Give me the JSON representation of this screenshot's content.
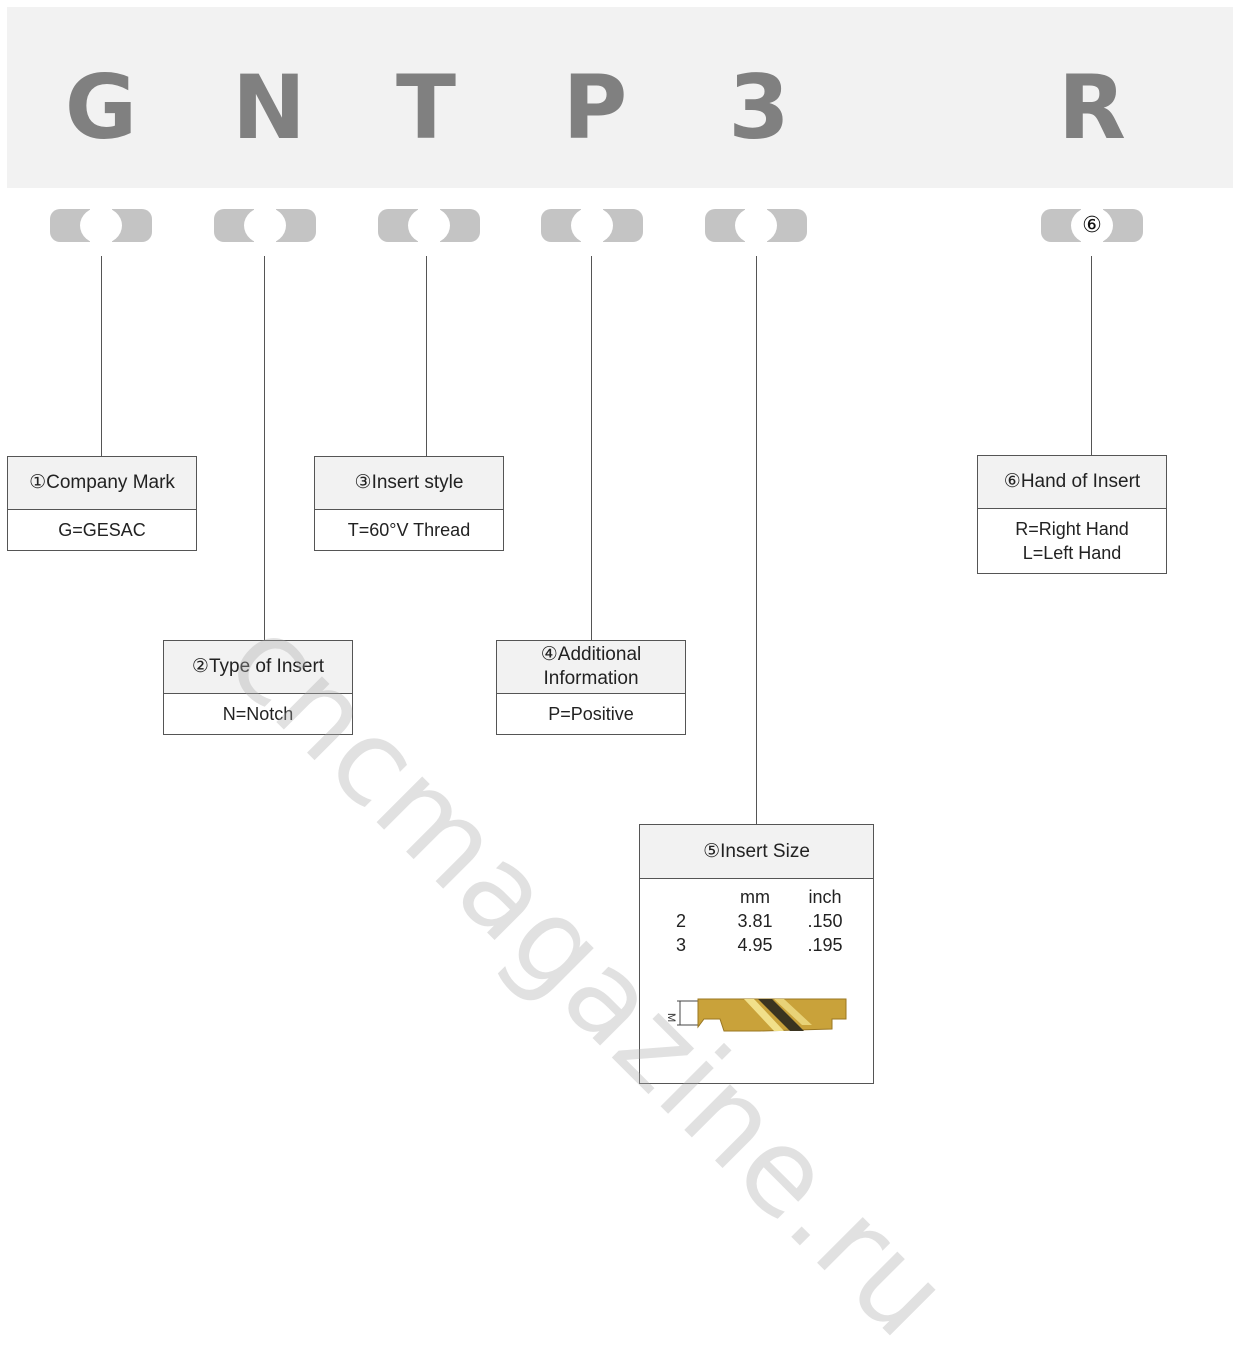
{
  "code_letters": [
    "G",
    "N",
    "T",
    "P",
    "3",
    "R"
  ],
  "pill_badge_number": "⑥",
  "boxes": {
    "company_mark": {
      "title": "①Company Mark",
      "body": [
        "G=GESAC"
      ]
    },
    "type_of_insert": {
      "title": "②Type of Insert",
      "body": [
        "N=Notch"
      ]
    },
    "insert_style": {
      "title": "③Insert style",
      "body": [
        "T=60°V Thread"
      ]
    },
    "additional_information": {
      "title": "④Additional Information",
      "body": [
        "P=Positive"
      ]
    },
    "insert_size": {
      "title": "⑤Insert Size",
      "columns": [
        "",
        "mm",
        "inch"
      ],
      "rows": [
        [
          "2",
          "3.81",
          ".150"
        ],
        [
          "3",
          "4.95",
          ".195"
        ]
      ],
      "figure_label": "M"
    },
    "hand_of_insert": {
      "title": "⑥Hand of Insert",
      "body": [
        "R=Right Hand",
        "L=Left Hand"
      ]
    }
  },
  "watermark": "cncmagazine.ru",
  "colors": {
    "band": "#f2f2f2",
    "letters": "#808080",
    "pill": "#c4c4c4",
    "insert_gold": "#c9a23a"
  }
}
